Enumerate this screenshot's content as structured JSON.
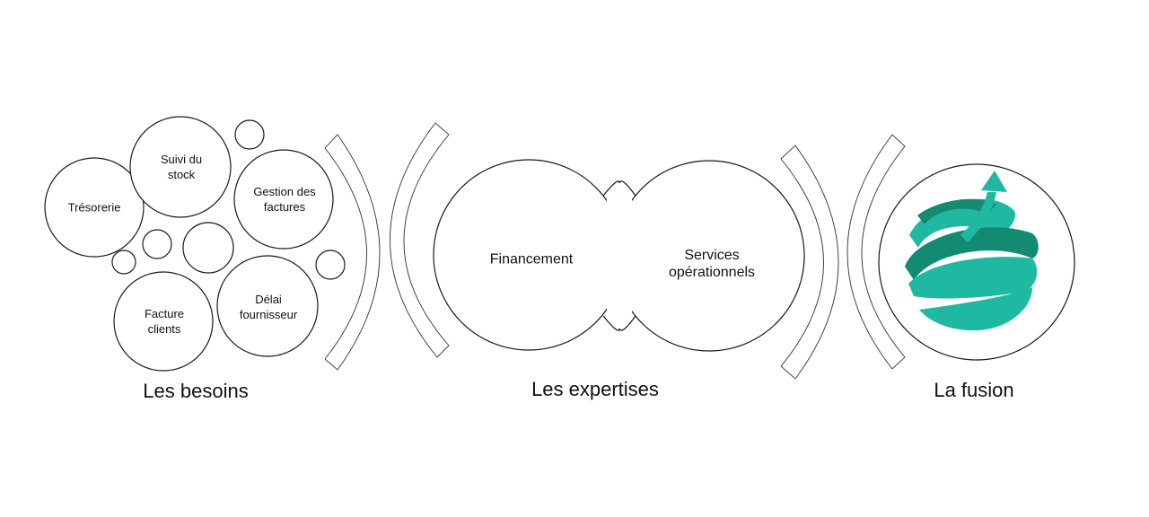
{
  "bubbles": {
    "tresorerie": "Trésorerie",
    "suivi_line1": "Suivi du",
    "suivi_line2": "stock",
    "gestion_line1": "Gestion des",
    "gestion_line2": "factures",
    "facture_line1": "Facture",
    "facture_line2": "clients",
    "delai_line1": "Délai",
    "delai_line2": "fournisseur"
  },
  "expertises": {
    "financement": "Financement",
    "services_line1": "Services",
    "services_line2": "opérationnels"
  },
  "captions": {
    "besoins": "Les besoins",
    "expertises": "Les expertises",
    "fusion": "La fusion"
  },
  "colors": {
    "logo_light": "#1fb8a0",
    "logo_dark": "#138a72"
  }
}
